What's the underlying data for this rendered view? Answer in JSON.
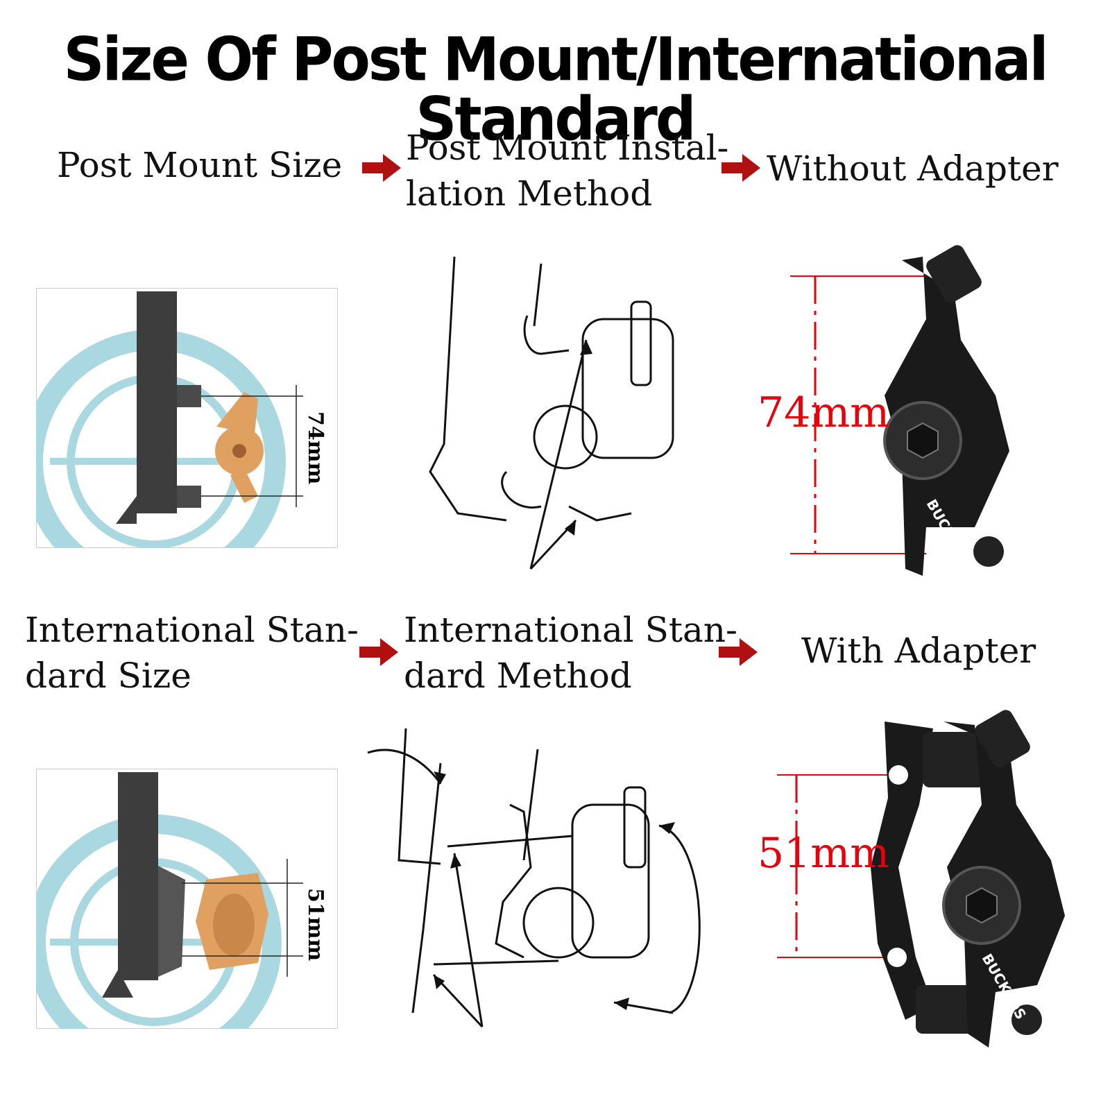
{
  "title": "Size Of Post Mount/International Standard",
  "row1": {
    "step1": "Post Mount Size",
    "step2": "Post Mount Instal-\nlation Method",
    "step3": "Without Adapter",
    "dimension": "74mm",
    "brand": "BUCKLOS"
  },
  "row2": {
    "step1": "International Stan-\ndard Size",
    "step2": "International Stan-\ndard Method",
    "step3": "With Adapter",
    "dimension": "51mm",
    "brand": "BUCKLOS"
  },
  "colors": {
    "arrow": "#b01010",
    "dimension": "#e8000a",
    "rotor": "#a9d8e0",
    "caliper": "#e0a060",
    "fork": "#3a3a3a"
  },
  "icons": [
    "right-arrow-icon"
  ]
}
